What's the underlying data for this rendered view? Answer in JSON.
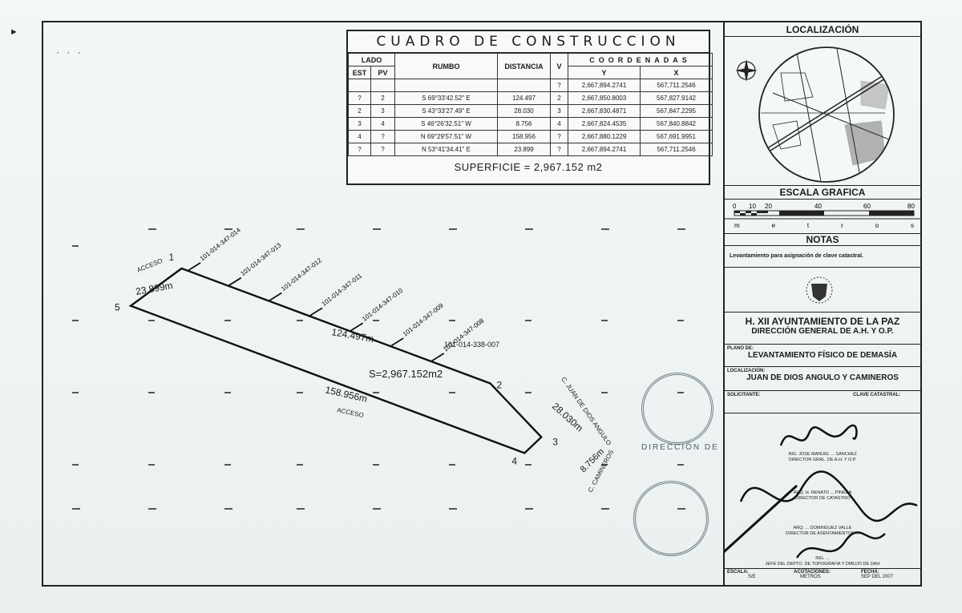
{
  "page": {
    "corner_mark": "►",
    "dots": "· · ·"
  },
  "construction_table": {
    "title": "CUADRO DE CONSTRUCCION",
    "headers": {
      "lado": "LADO",
      "est": "EST",
      "pv": "PV",
      "rumbo": "RUMBO",
      "distancia": "DISTANCIA",
      "v": "V",
      "coordenadas": "COORDENADAS",
      "y": "Y",
      "x": "X"
    },
    "start_row": {
      "v": "?",
      "y": "2,667,894.2741",
      "x": "567,711.2546"
    },
    "rows": [
      {
        "est": "?",
        "pv": "2",
        "rumbo": "S 69°33'42.52\" E",
        "distancia": "124.497",
        "v": "2",
        "y": "2,667,850.8003",
        "x": "567,827.9142"
      },
      {
        "est": "2",
        "pv": "3",
        "rumbo": "S 43°33'27.49\" E",
        "distancia": "28.030",
        "v": "3",
        "y": "2,667,830.4871",
        "x": "567,847.2295"
      },
      {
        "est": "3",
        "pv": "4",
        "rumbo": "S 46°26'32.51\" W",
        "distancia": "8.756",
        "v": "4",
        "y": "2,667,824.4535",
        "x": "567,840.8842"
      },
      {
        "est": "4",
        "pv": "?",
        "rumbo": "N 69°29'57.51\" W",
        "distancia": "158.956",
        "v": "?",
        "y": "2,667,880.1229",
        "x": "567,691.9951"
      },
      {
        "est": "?",
        "pv": "?",
        "rumbo": "N 53°41'34.41\" E",
        "distancia": "23.899",
        "v": "?",
        "y": "2,667,894.2741",
        "x": "567,711.2546"
      }
    ],
    "superficie": "SUPERFICIE = 2,967.152 m2"
  },
  "plan": {
    "vertices": [
      {
        "id": "1",
        "y": 2667894.2741,
        "x": 567711.2546
      },
      {
        "id": "2",
        "y": 2667850.8003,
        "x": 567827.9142
      },
      {
        "id": "3",
        "y": 2667830.4871,
        "x": 567847.2295
      },
      {
        "id": "4",
        "y": 2667824.4535,
        "x": 567840.8842
      },
      {
        "id": "5",
        "y": 2667880.1229,
        "x": 567691.9951
      }
    ],
    "vertex_labels": [
      "1",
      "2",
      "3",
      "4",
      "5"
    ],
    "side_labels": {
      "d12": "124.497m",
      "d23": "28.030m",
      "d34": "8.756m",
      "d45": "158.956m",
      "d51": "23.899m"
    },
    "area_label": "S=2,967.152m2",
    "street_labels": {
      "acceso_top": "ACCESO",
      "acceso_bottom": "ACCESO",
      "juan_de_dios": "C. JUAN DE DIOS ANGULO",
      "camineros": "C. CAMINEROS"
    },
    "parcels": [
      "101-014-347-014",
      "101-014-347-013",
      "101-014-347-012",
      "101-014-347-011",
      "101-014-347-010",
      "101-014-347-009",
      "101-014-347-008"
    ],
    "adjacent_parcel": "101-014-338-007"
  },
  "panel": {
    "localizacion": "LOCALIZACIÓN",
    "escala_grafica": "ESCALA GRAFICA",
    "scale_ticks": [
      "0",
      "10",
      "20",
      "40",
      "60",
      "80"
    ],
    "scale_unit": "m  e  t  r  o  s",
    "notas": "NOTAS",
    "notas_text": "Levantamiento para asignación de clave catastral.",
    "ayuntamiento": "H. XII AYUNTAMIENTO DE LA PAZ",
    "direccion": "DIRECCIÓN GENERAL DE A.H. Y O.P.",
    "plano_label": "PLANO DE:",
    "plano": "LEVANTAMIENTO FÍSICO DE DEMASÍA",
    "localizacion_label": "LOCALIZACIÓN:",
    "localizacion_value": "JUAN DE DIOS ANGULO Y CAMINEROS",
    "solicitante_label": "SOLICITANTE:",
    "clave_label": "CLAVE CATASTRAL:",
    "escala_label": "ESCALA:",
    "escala_value": "S/E",
    "acotaciones_label": "ACOTACIONES:",
    "acotaciones_value": "METROS",
    "fecha_label": "FECHA:",
    "fecha_value": "SEP DEL 2007",
    "signatures": [
      "ING. JOSE MANUEL ... SANCHEZ",
      "DIRECTOR GRAL. DE A.H. Y O.P.",
      "ARQ. H. RENATO ... PINEDA",
      "DIRECTOR DE CATASTRO",
      "ARQ. ... DOMINGUEZ VALLE",
      "DIRECTOR DE ASENTAMIENTOS ...",
      "ING. ...",
      "JEFE DEL DEPTO. DE TOPOGRAFIA Y DIBUJO DE DAH"
    ],
    "stamp_text": "DIRECCIÓN DE"
  },
  "colors": {
    "ink": "#1b1b1b",
    "paper": "#eef4f3"
  }
}
